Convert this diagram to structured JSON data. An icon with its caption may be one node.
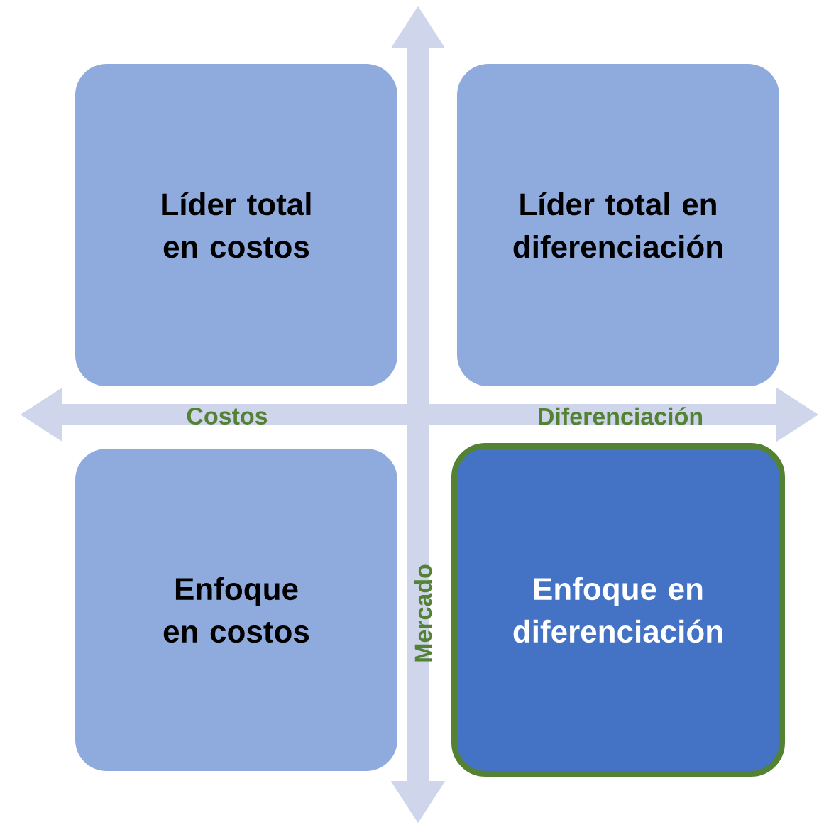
{
  "diagram": {
    "nodes": [
      {
        "text": [
          "Líder total en costos"
        ]
      },
      {
        "text": [
          "Líder total en diferenciación"
        ]
      },
      {
        "text": [
          "Enfoque en costos"
        ]
      },
      {
        "text": [
          "Enfoque en diferenciación"
        ]
      }
    ],
    "labels": [
      "Costos",
      "Diferenciación",
      "Mercado"
    ]
  }
}
